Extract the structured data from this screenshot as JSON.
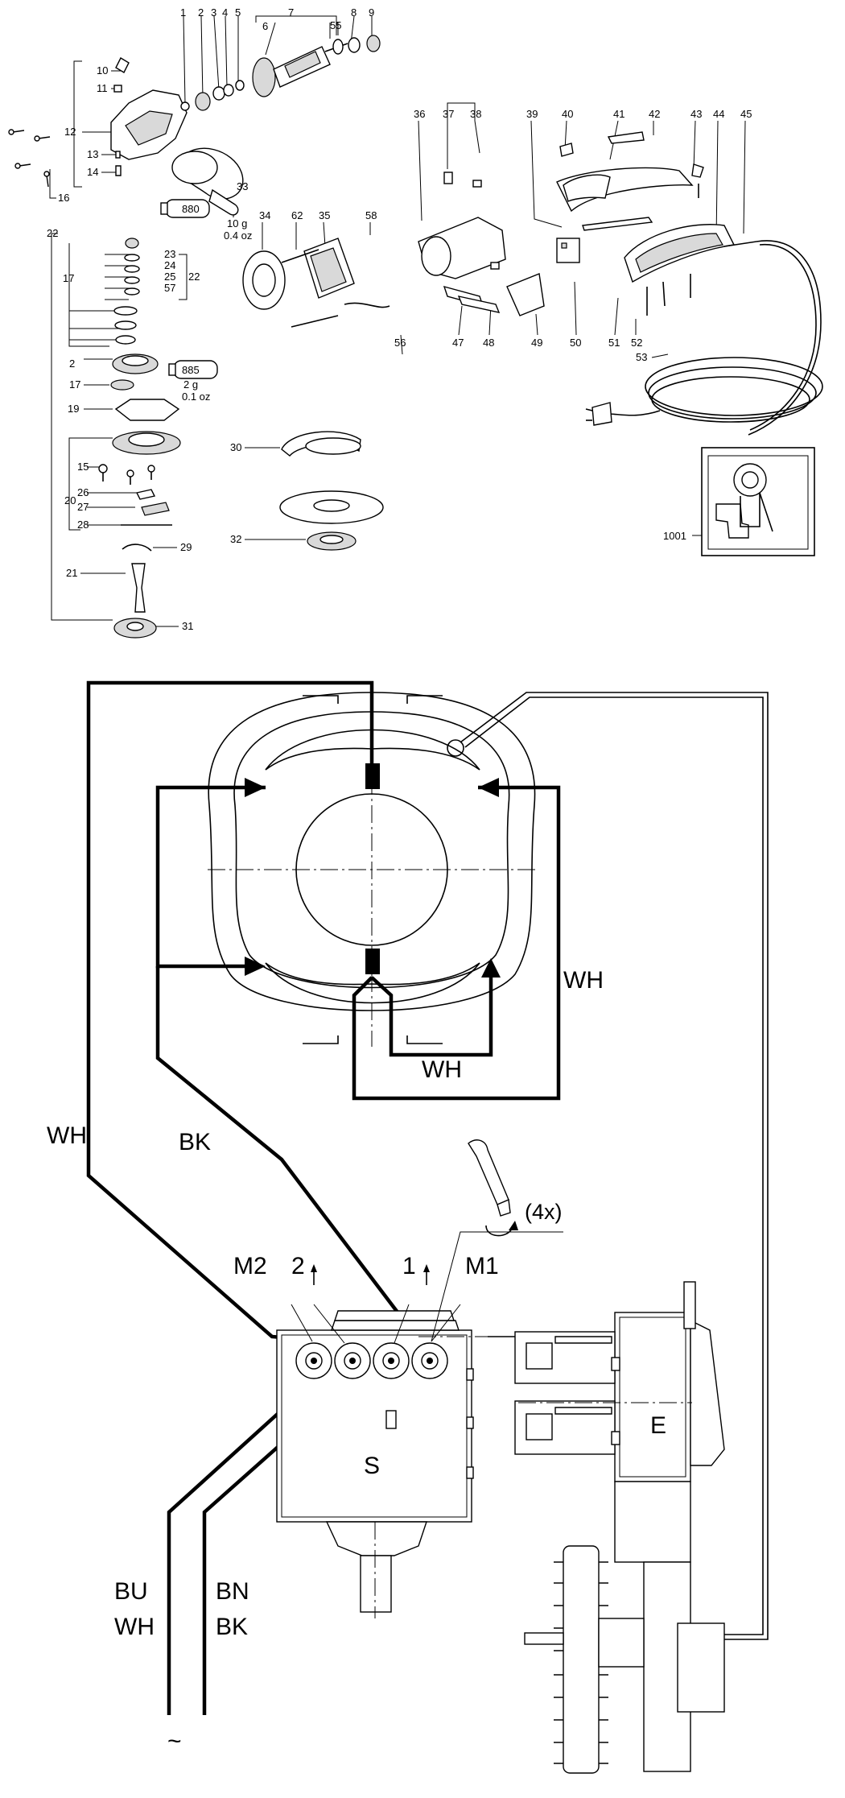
{
  "exploded_view": {
    "part_numbers": [
      "1",
      "2",
      "3",
      "4",
      "5",
      "6",
      "7",
      "55",
      "8",
      "9",
      "10",
      "11",
      "12",
      "13",
      "14",
      "16",
      "880",
      "33",
      "34",
      "62",
      "35",
      "58",
      "36",
      "37",
      "38",
      "39",
      "40",
      "41",
      "42",
      "43",
      "44",
      "45",
      "22",
      "23",
      "24",
      "25",
      "57",
      "22",
      "17",
      "2",
      "885",
      "17",
      "19",
      "30",
      "15",
      "20",
      "26",
      "27",
      "28",
      "29",
      "21",
      "31",
      "32",
      "56",
      "47",
      "48",
      "49",
      "50",
      "51",
      "52",
      "53",
      "1001"
    ],
    "grease_880": {
      "amount_g": "10 g",
      "amount_oz": "0.4 oz"
    },
    "grease_885": {
      "amount_g": "2 g",
      "amount_oz": "0.1 oz"
    }
  },
  "wiring": {
    "wire_labels": {
      "wh_right": "WH",
      "wh_bottom": "WH",
      "wh_left": "WH",
      "bk_left": "BK",
      "bu": "BU",
      "wh_cord": "WH",
      "bn": "BN",
      "bk_cord": "BK"
    },
    "repeat_note": "(4x)",
    "terminals": {
      "m2": "M2",
      "t2": "2",
      "t1": "1",
      "m1": "M1"
    },
    "switch_label": "S",
    "electronics_label": "E",
    "ac_symbol": "~"
  }
}
